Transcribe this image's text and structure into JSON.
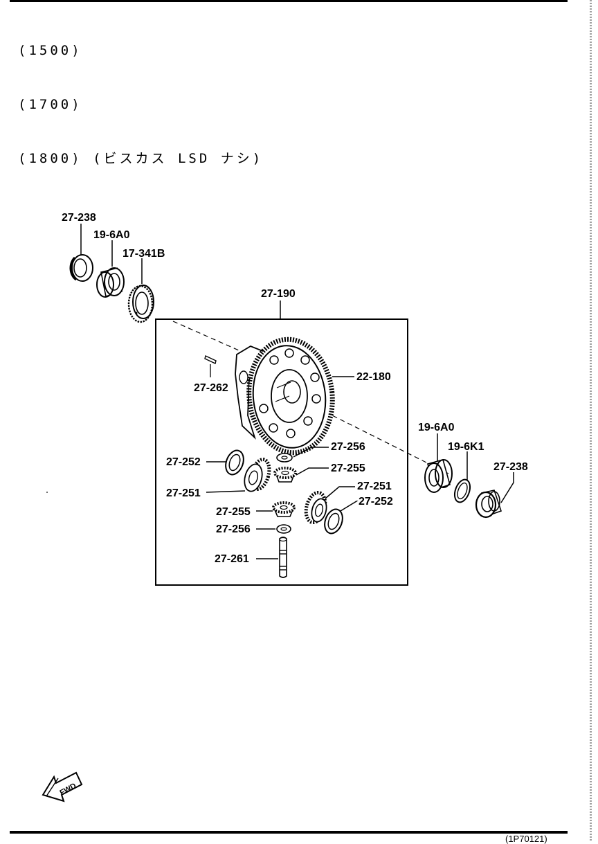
{
  "header": {
    "lines": [
      "(1500)",
      "(1700)",
      "(1800) (ビスカス LSD ナシ)"
    ]
  },
  "labels": {
    "p27_238_left": "27-238",
    "p19_6a0_left": "19-6A0",
    "p17_341b": "17-341B",
    "p27_190": "27-190",
    "p27_262": "27-262",
    "p22_180": "22-180",
    "p27_256_top": "27-256",
    "p27_252_left": "27-252",
    "p27_255_top": "27-255",
    "p27_251_left": "27-251",
    "p27_251_right": "27-251",
    "p27_252_right": "27-252",
    "p27_255_bottom": "27-255",
    "p27_256_bottom": "27-256",
    "p27_261": "27-261",
    "p19_6a0_right": "19-6A0",
    "p19_6k1": "19-6K1",
    "p27_238_right": "27-238"
  },
  "fwd": "FWD",
  "footer_code": "(1P70121)"
}
